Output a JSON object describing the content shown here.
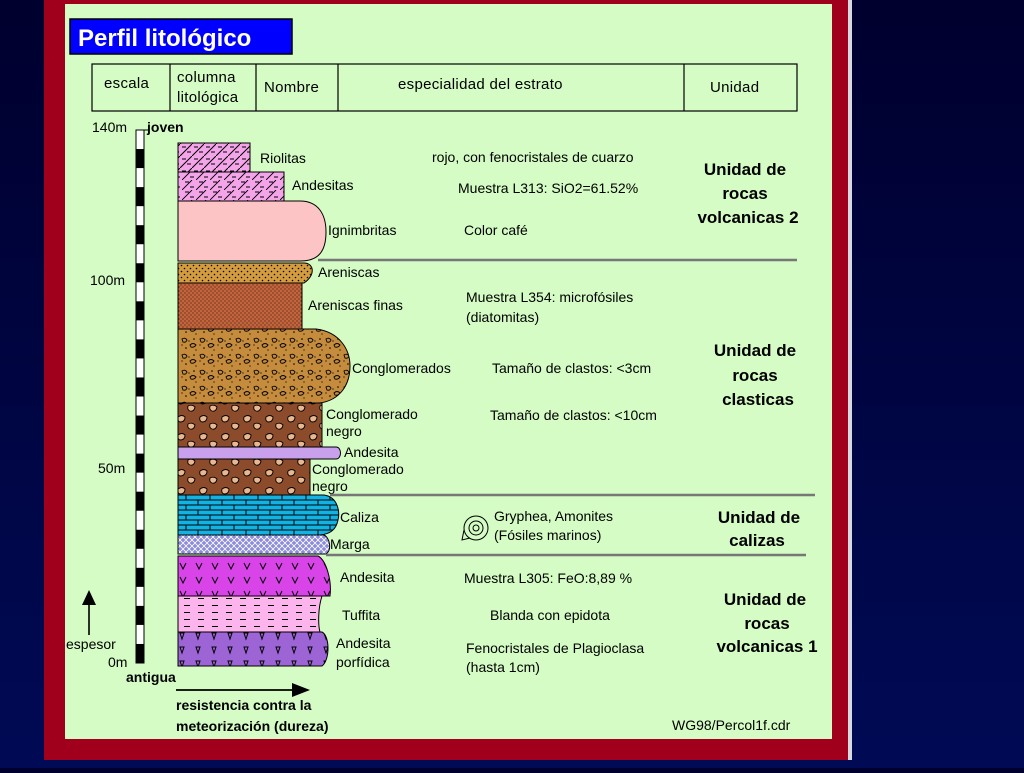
{
  "title": "Perfil litológico",
  "header": {
    "escala": "escala",
    "columna_1": "columna",
    "columna_2": "litológica",
    "nombre": "Nombre",
    "especialidad": "especialidad del estrato",
    "unidad": "Unidad"
  },
  "scale": {
    "label_140": "140m",
    "label_100": "100m",
    "label_50": "50m",
    "label_0": "0m",
    "top": "joven",
    "bottom": "antigua",
    "espesor": "espesor"
  },
  "strata": [
    {
      "nombre_1": "Riolitas",
      "desc_1": "rojo, con fenocristales de cuarzo"
    },
    {
      "nombre_1": "Andesitas",
      "desc_1": "Muestra L313: SiO2=61.52%"
    },
    {
      "nombre_1": "Ignimbritas",
      "desc_1": "Color café"
    },
    {
      "nombre_1": "Areniscas",
      "desc_1": ""
    },
    {
      "nombre_1": "Areniscas finas",
      "desc_1": "Muestra L354: microfósiles",
      "desc_2": "(diatomitas)"
    },
    {
      "nombre_1": "Conglomerados",
      "desc_1": "Tamaño de clastos: <3cm"
    },
    {
      "nombre_1": "Conglomerado",
      "nombre_2": "negro",
      "desc_1": "Tamaño de clastos: <10cm"
    },
    {
      "nombre_1": "Andesita"
    },
    {
      "nombre_1": "Conglomerado",
      "nombre_2": "negro"
    },
    {
      "nombre_1": "Caliza",
      "desc_1": "Gryphea, Amonites",
      "desc_2": "(Fósiles marinos)"
    },
    {
      "nombre_1": "Marga"
    },
    {
      "nombre_1": "Andesita",
      "desc_1": "Muestra L305: FeO:8,89 %"
    },
    {
      "nombre_1": "Tuffita",
      "desc_1": "Blanda con epidota"
    },
    {
      "nombre_1": "Andesita",
      "nombre_2": "porfídica",
      "desc_1": "Fenocristales de Plagioclasa",
      "desc_2": "(hasta 1cm)"
    }
  ],
  "units": [
    {
      "l1": "Unidad de",
      "l2": "rocas",
      "l3": "volcanicas 2"
    },
    {
      "l1": "Unidad de",
      "l2": "rocas",
      "l3": "clasticas"
    },
    {
      "l1": "Unidad de",
      "l2": "calizas"
    },
    {
      "l1": "Unidad de",
      "l2": "rocas",
      "l3": "volcanicas 1"
    }
  ],
  "footer": {
    "resistencia_1": "resistencia contra la",
    "resistencia_2": "meteorización (dureza)",
    "file": "WG98/Percol1f.cdr"
  },
  "colors": {
    "slide_background": "#000a55",
    "frame": "#a0001c",
    "panel": "#d4fcc4",
    "title_box": "#0000ff",
    "riolitas": "#f4a4e8",
    "ignimbritas": "#fcc4c4",
    "areniscas": "#d49c40",
    "areniscas_finas": "#c4643c",
    "conglomerados": "#c48c3c",
    "conglomerado_negro": "#8c4c2c",
    "andesita": "#c8a0ec",
    "caliza": "#10b4e4",
    "marga": "#8c8cdc",
    "andesita_volc1": "#d844e8",
    "tuffita": "#fcb4ec",
    "andesita_porfidica": "#9c64d4"
  }
}
